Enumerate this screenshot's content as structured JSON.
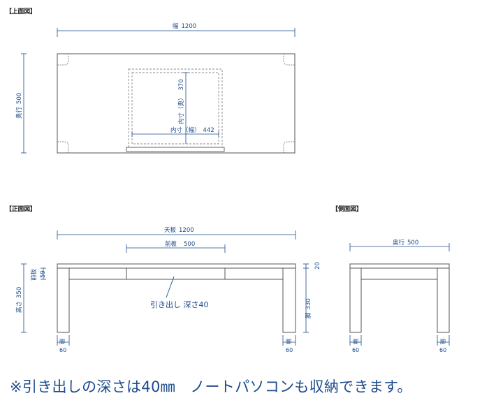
{
  "views": {
    "top": "【上面図】",
    "front": "【正面図】",
    "side": "【側面図】"
  },
  "top_view": {
    "width_label": "幅",
    "width_value": "1200",
    "depth_label": "奥行",
    "depth_value": "500",
    "inner_depth_label": "内寸（奥）",
    "inner_depth_value": "370",
    "inner_width_label": "内寸（幅）",
    "inner_width_value": "442"
  },
  "front_view": {
    "top_board_label": "天板",
    "top_board_value": "1200",
    "front_board_label": "前板",
    "front_board_value": "500",
    "front_board_height_label": "前板",
    "front_board_height_value": "59",
    "height_label": "高さ",
    "height_value": "350",
    "top_thickness_value": "20",
    "leg_height_label": "脚",
    "leg_height_value": "330",
    "drawer_label": "引き出し 深さ40",
    "leg_left_label": "脚",
    "leg_left_value": "60",
    "leg_right_label": "脚",
    "leg_right_value": "60"
  },
  "side_view": {
    "depth_label": "奥行",
    "depth_value": "500",
    "leg_left_label": "脚",
    "leg_left_value": "60",
    "leg_right_label": "脚",
    "leg_right_value": "60"
  },
  "note": "※引き出しの深さは40㎜　ノートパソコンも収納できます。",
  "colors": {
    "dimension": "#1c4a8c",
    "outline": "#444444",
    "hidden": "#888888"
  }
}
